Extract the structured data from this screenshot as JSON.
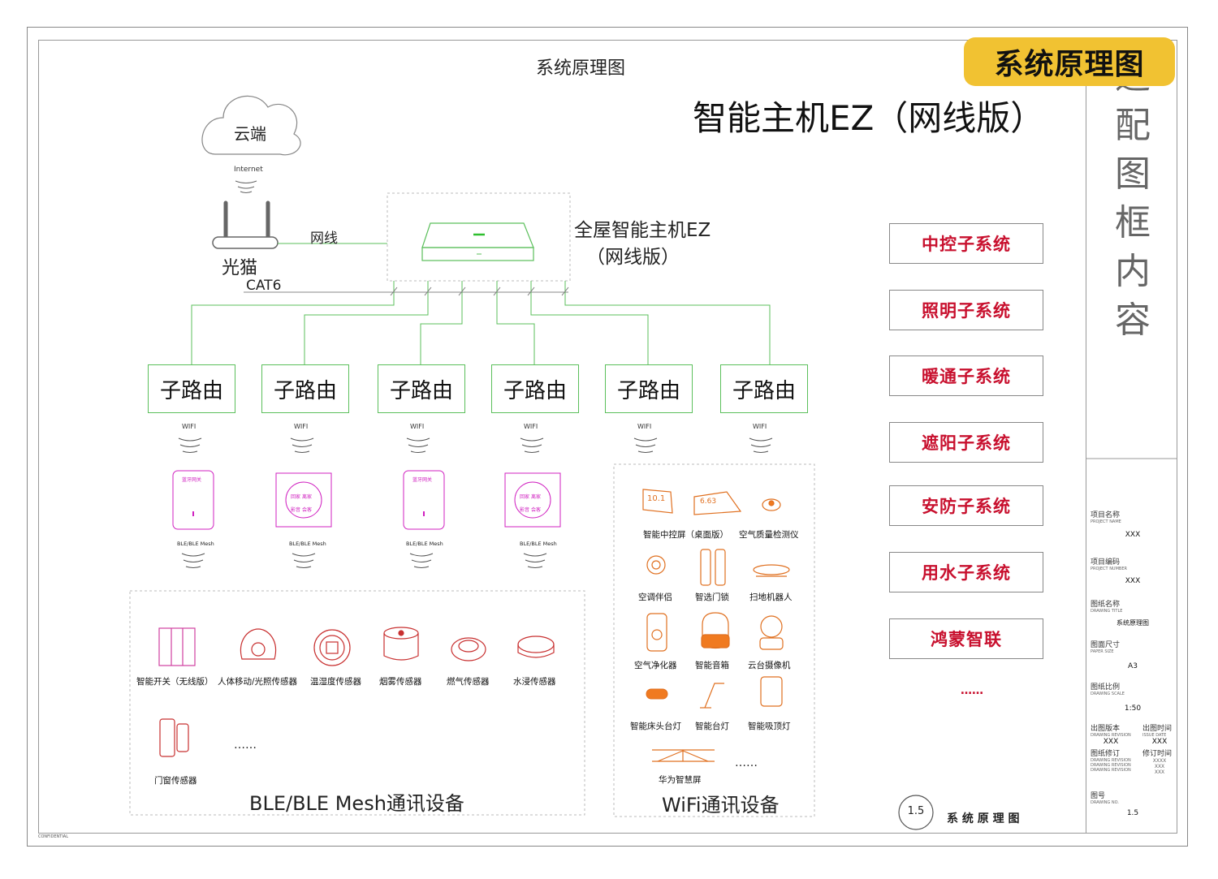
{
  "header": {
    "page_title": "系统原理图",
    "badge": "系统原理图",
    "main_title": "智能主机EZ（网线版）"
  },
  "vertical_title": [
    "适",
    "配",
    "图",
    "框",
    "内",
    "容"
  ],
  "network": {
    "cloud": "云端",
    "internet": "Internet",
    "modem": "光猫",
    "cable_label": "网线",
    "cat6": "CAT6",
    "host_name": "全屋智能主机EZ",
    "host_version": "（网线版）",
    "router_label": "子路由",
    "wifi_label": "WIFI",
    "ble_mesh_label": "BLE/BLE Mesh"
  },
  "panels": {
    "gateway_text": "蓝牙网关",
    "scene_keys": [
      "回家",
      "离家",
      "影音",
      "会客"
    ]
  },
  "subsystems": [
    "中控子系统",
    "照明子系统",
    "暖通子系统",
    "遮阳子系统",
    "安防子系统",
    "用水子系统",
    "鸿蒙智联"
  ],
  "subsystems_more": "……",
  "ble_section": {
    "title": "BLE/BLE Mesh通讯设备",
    "devices": [
      "智能开关（无线版）",
      "人体移动/光照传感器",
      "温湿度传感器",
      "烟雾传感器",
      "燃气传感器",
      "水浸传感器",
      "门窗传感器"
    ],
    "more": "……"
  },
  "wifi_section": {
    "title": "WiFi通讯设备",
    "devices": [
      "智能中控屏（桌面版）",
      "空气质量检测仪",
      "空调伴侣",
      "智选门锁",
      "扫地机器人",
      "空气净化器",
      "智能音箱",
      "云台摄像机",
      "智能床头台灯",
      "智能台灯",
      "智能吸顶灯",
      "华为智慧屏"
    ],
    "screen_values": [
      "10.1",
      "6.63"
    ],
    "more": "……"
  },
  "title_block": {
    "project_name": {
      "label": "项目名称",
      "sub": "PROJECT NAME",
      "value": "XXX"
    },
    "project_code": {
      "label": "项目编码",
      "sub": "PROJECT NUMBER",
      "value": "XXX"
    },
    "drawing_name": {
      "label": "图纸名称",
      "sub": "DRAWING TITLE",
      "value": "系统原理图"
    },
    "paper_size": {
      "label": "图面尺寸",
      "sub": "PAPER SIZE",
      "value": "A3"
    },
    "scale": {
      "label": "图纸比例",
      "sub": "DRAWING SCALE",
      "value": "1:50"
    },
    "issue_version": {
      "label": "出图版本",
      "sub": "DRAWING REVISION",
      "value": "XXX"
    },
    "issue_date": {
      "label": "出图时间",
      "sub": "ISSUE DATE",
      "value": "XXX"
    },
    "revision": {
      "label": "图纸修订",
      "sub": "DRAWING REVISION",
      "value": "XXXX"
    },
    "revision_date": {
      "label": "修订时间",
      "sub": "",
      "value": "XXX"
    },
    "drawing_no": {
      "label": "图号",
      "sub": "DRAWING NO.",
      "value": "1.5"
    }
  },
  "footer": {
    "circle_num": "1.5",
    "caption": "系 统 原 理 图",
    "confidential": "CONFIDENTIAL"
  },
  "colors": {
    "accent": "#f1c232",
    "router_green": "#5bbf5b",
    "subsystem_red": "#c8102e",
    "panel_magenta": "#d020c0",
    "device_orange": "#f07a20"
  }
}
